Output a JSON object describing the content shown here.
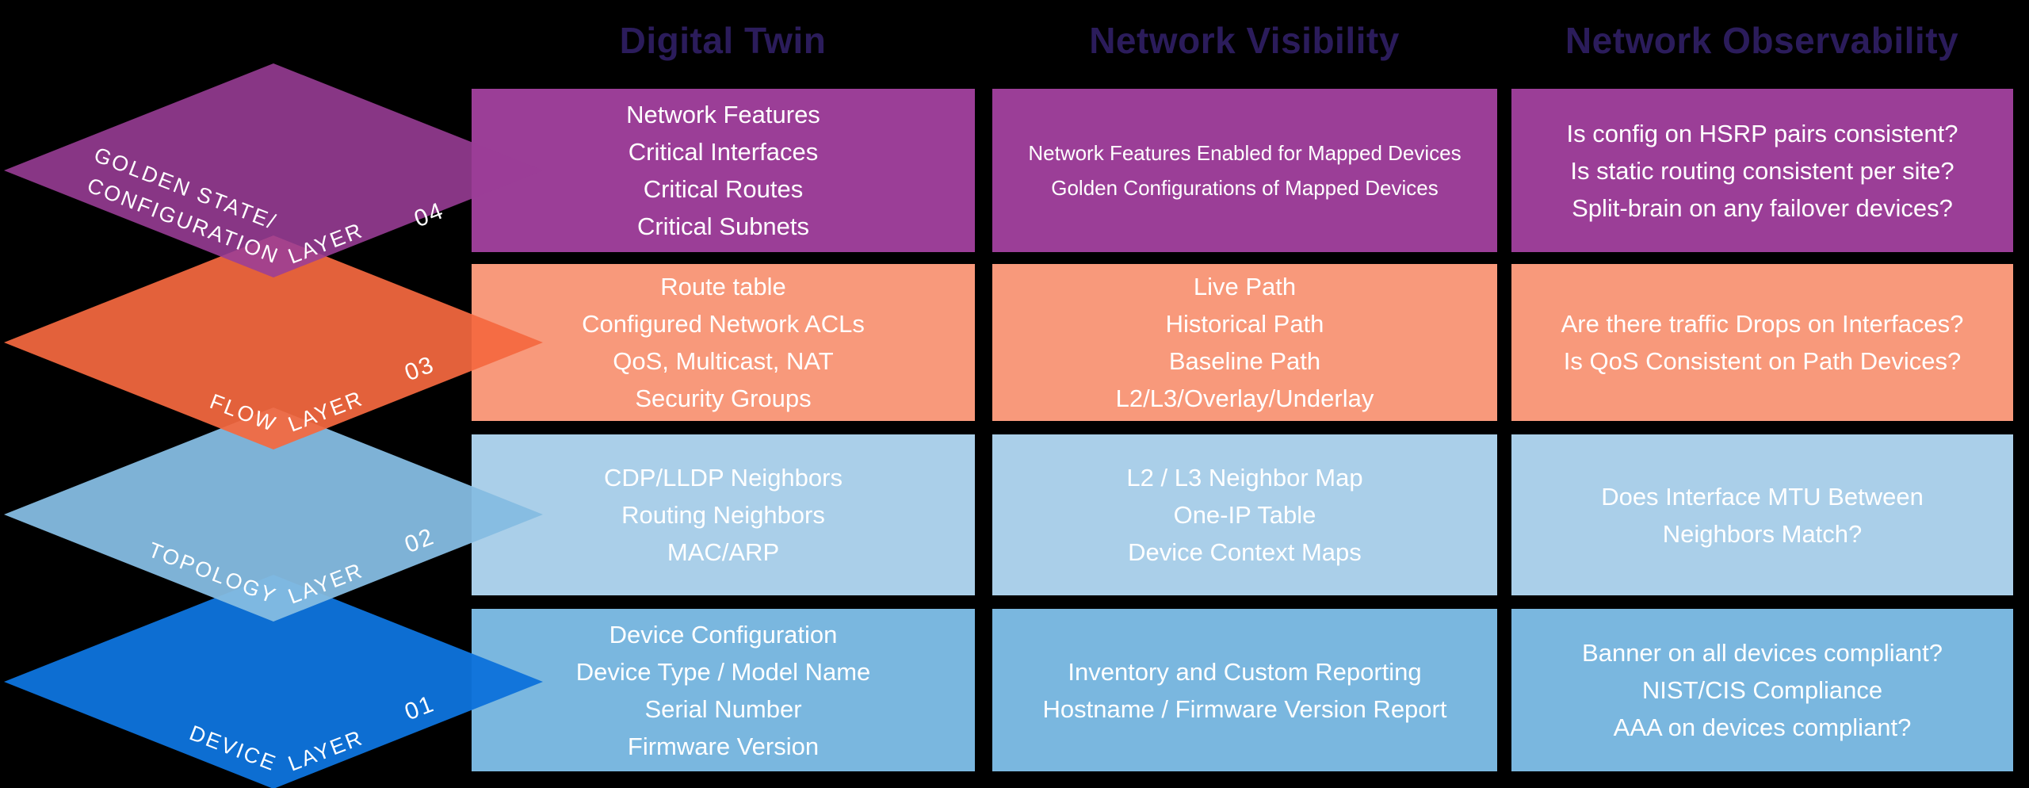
{
  "headers": [
    {
      "title": "Digital Twin"
    },
    {
      "title": "Network Visibility"
    },
    {
      "title": "Network Observability"
    }
  ],
  "header_text_color": "#2B1C5B",
  "background_color": "#000000",
  "text_color_on_boxes": "#FFFFFF",
  "layers": [
    {
      "number": "04",
      "label_line1": "GOLDEN STATE/",
      "label_line2": "CONFIGURATION",
      "label_suffix": "LAYER",
      "diamond_color": "#9B3E97",
      "box_color": "#9B3E97",
      "cells": [
        {
          "text": "Network Features\nCritical Interfaces\nCritical Routes\nCritical Subnets"
        },
        {
          "text": "Network Features Enabled for Mapped Devices\nGolden Configurations of Mapped Devices"
        },
        {
          "text": "Is config on HSRP pairs consistent?\nIs static routing consistent per site?\nSplit-brain on any failover devices?"
        }
      ]
    },
    {
      "number": "03",
      "label_line1": "FLOW",
      "label_suffix": "LAYER",
      "diamond_color": "#F4683F",
      "box_color": "#F8997B",
      "cells": [
        {
          "text": "Route table\nConfigured Network ACLs\nQoS, Multicast, NAT\nSecurity Groups"
        },
        {
          "text": "Live Path\nHistorical Path\nBaseline Path\nL2/L3/Overlay/Underlay"
        },
        {
          "text": "Are there traffic Drops on Interfaces?\nIs QoS Consistent on Path Devices?"
        }
      ]
    },
    {
      "number": "02",
      "label_line1": "TOPOLOGY",
      "label_suffix": "LAYER",
      "diamond_color": "#85BCE1",
      "box_color": "#AACFE9",
      "cells": [
        {
          "text": "CDP/LLDP Neighbors\nRouting Neighbors\nMAC/ARP"
        },
        {
          "text": "L2 / L3 Neighbor Map\nOne-IP Table\nDevice Context Maps"
        },
        {
          "text": "Does Interface MTU Between\nNeighbors Match?"
        }
      ]
    },
    {
      "number": "01",
      "label_line1": "DEVICE",
      "label_suffix": "LAYER",
      "diamond_color": "#0E72DB",
      "box_color": "#7AB7DF",
      "cells": [
        {
          "text": "Device Configuration\nDevice Type / Model Name\nSerial Number\nFirmware Version"
        },
        {
          "text": "Inventory and Custom Reporting\nHostname / Firmware Version Report"
        },
        {
          "text": "Banner on all devices compliant?\nNIST/CIS Compliance\nAAA on devices compliant?"
        }
      ]
    }
  ]
}
